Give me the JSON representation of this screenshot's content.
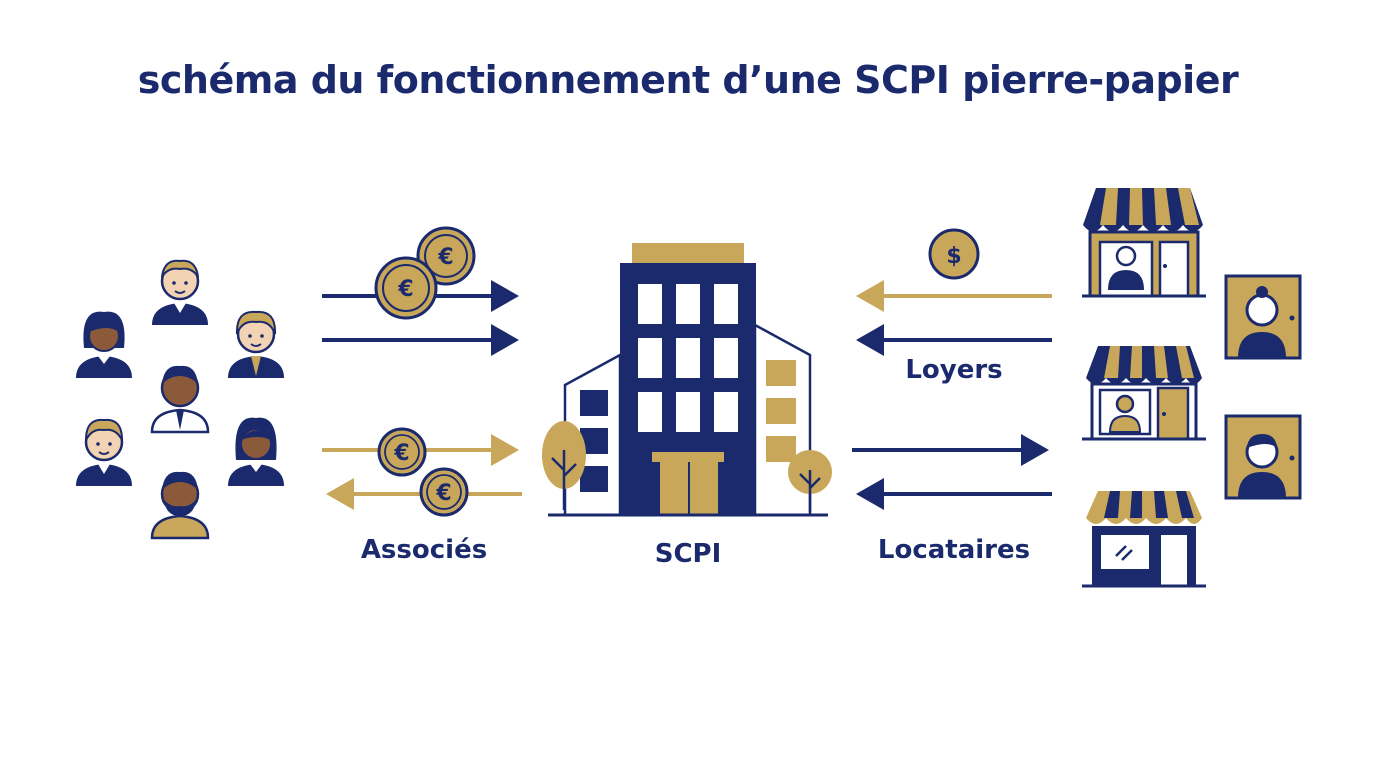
{
  "title": "schéma du fonctionnement d’une SCPI pierre-papier",
  "labels": {
    "associes": "Associés",
    "scpi": "SCPI",
    "locataires": "Locataires",
    "loyers": "Loyers"
  },
  "symbols": {
    "euro": "€",
    "dollar": "$"
  },
  "colors": {
    "navy": "#1a2a6c",
    "gold": "#c9a75a",
    "skin": "#f2d3b3",
    "skin_dark": "#8a5a3a",
    "white": "#ffffff"
  }
}
